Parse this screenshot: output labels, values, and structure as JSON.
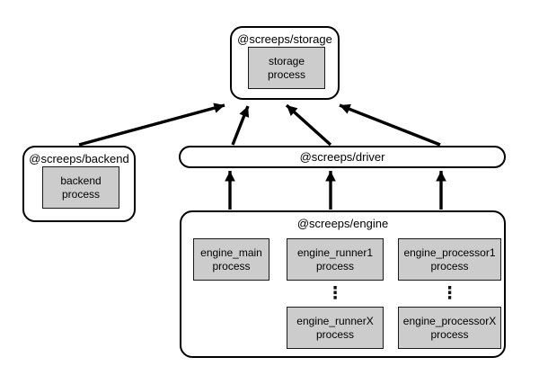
{
  "colors": {
    "background": "#ffffff",
    "node_fill": "#ffffff",
    "node_border": "#000000",
    "process_fill": "#cccccc",
    "arrow": "#000000"
  },
  "nodes": {
    "storage": {
      "label": "@screeps/storage",
      "processes": [
        {
          "label": "storage\nprocess"
        }
      ]
    },
    "backend": {
      "label": "@screeps/backend",
      "processes": [
        {
          "label": "backend\nprocess"
        }
      ]
    },
    "driver": {
      "label": "@screeps/driver",
      "processes": []
    },
    "engine": {
      "label": "@screeps/engine",
      "processes": [
        {
          "label": "engine_main\nprocess"
        },
        {
          "label": "engine_runner1\nprocess"
        },
        {
          "label": "engine_processor1\nprocess"
        },
        {
          "label": "engine_runnerX\nprocess"
        },
        {
          "label": "engine_processorX\nprocess"
        }
      ]
    }
  },
  "icons": {
    "vertical_ellipsis": "⋮"
  },
  "edges": [
    {
      "from": "backend",
      "to": "storage"
    },
    {
      "from": "driver",
      "to": "storage"
    },
    {
      "from": "driver",
      "to": "storage"
    },
    {
      "from": "driver",
      "to": "storage"
    },
    {
      "from": "engine",
      "to": "driver"
    },
    {
      "from": "engine",
      "to": "driver"
    },
    {
      "from": "engine",
      "to": "driver"
    }
  ]
}
